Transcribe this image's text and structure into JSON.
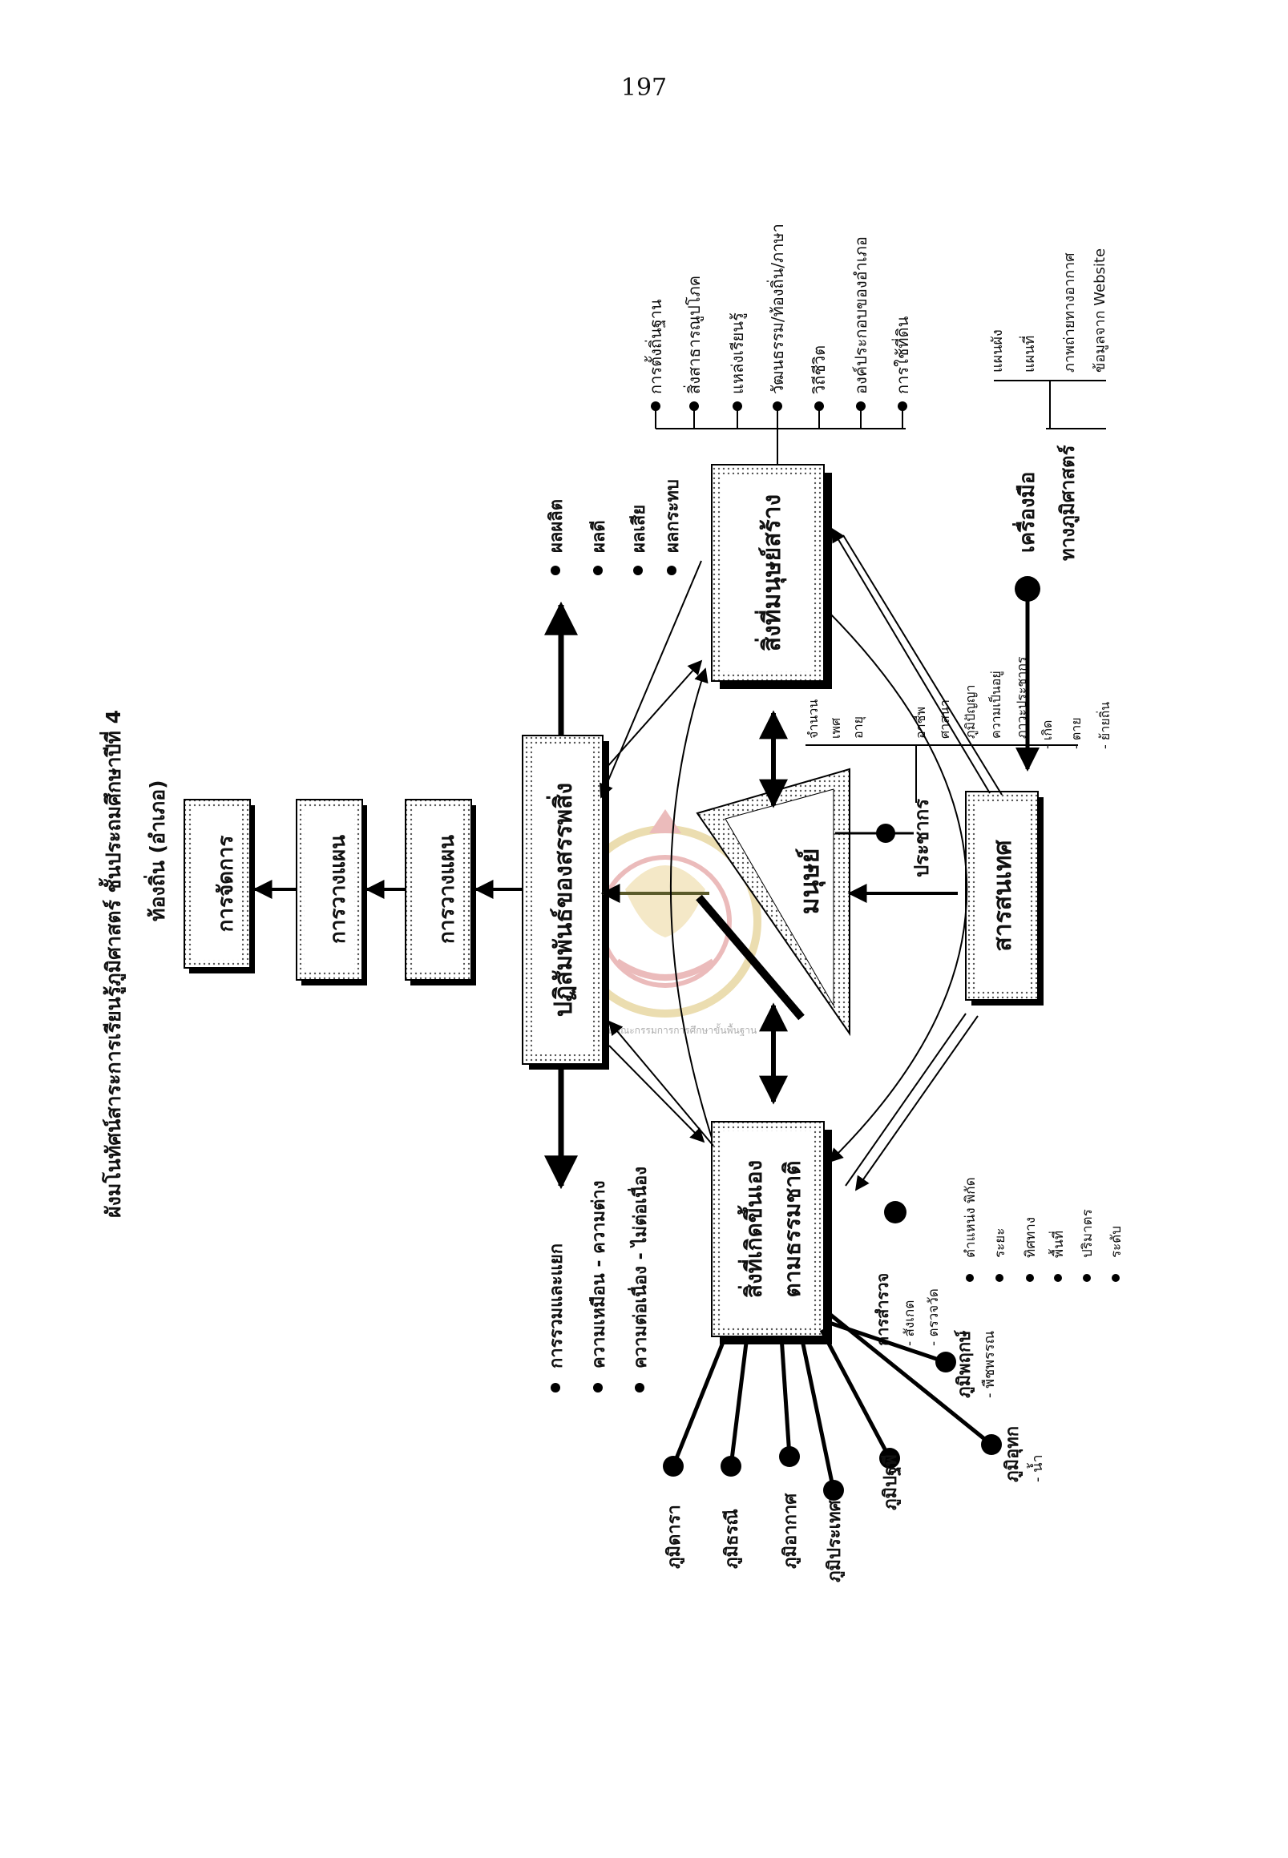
{
  "page_number": "197",
  "title": {
    "line1": "ผังมโนทัศน์สาระการเรียนรู้ภูมิศาสตร์ ชั้นประถมศึกษาปีที่ 4",
    "line2": "ท้องถิ่น (อำเภอ)"
  },
  "chain": {
    "box1": "การจัดการ",
    "box2": "การวางแผน",
    "box3": "การวางแผน",
    "center": "ปฏิสัมพันธ์ของสรรพสิ่ง"
  },
  "human": "มนุษย์",
  "nature": {
    "line1": "สิ่งที่เกิดขึ้นเอง",
    "line2": "ตามธรรมชาติ"
  },
  "manmade": "สิ่งที่มนุษย์สร้าง",
  "information": "สารสนเทศ",
  "population": "ประชากร",
  "left_bullets": [
    "การรวมและแยก",
    "ความเหมือน - ความต่าง",
    "ความต่อเนื่อง - ไม่ต่อเนื่อง"
  ],
  "right_bullets": [
    "ผลผลิต",
    "ผลดี",
    "ผลเสีย",
    "ผลกระทบ"
  ],
  "manmade_items": [
    "การตั้งถิ่นฐาน",
    "สิ่งสาธารณูปโภค",
    "แหล่งเรียนรู้",
    "วัฒนธรรม/ท้องถิ่น/ภาษา",
    "วิถีชีวิต",
    "องค์ประกอบของอำเภอ",
    "การใช้ที่ดิน"
  ],
  "population_items": [
    "จำนวน",
    "เพศ",
    "อายุ",
    "อาชีพ",
    "ศาสนา",
    "ภูมิปัญญา",
    "ความเป็นอยู่",
    "ภาวะประชากร"
  ],
  "population_sub": [
    "- เกิด",
    "- ตาย",
    "- ย้ายถิ่น"
  ],
  "tools": {
    "label1": "เครื่องมือ",
    "label2": "ทางภูมิศาสตร์",
    "items": [
      "แผนผัง",
      "แผนที่",
      "ภาพถ่ายทางอากาศ",
      "ข้อมูลจาก Website"
    ]
  },
  "survey": {
    "label": "การสำรวจ",
    "sub": [
      "- สังเกต",
      "- ตรวจวัด"
    ],
    "items": [
      "ตำแหน่ง พิกัด",
      "ระยะ",
      "ทิศทาง",
      "พื้นที่",
      "ปริมาตร",
      "ระดับ"
    ]
  },
  "geo_nodes": {
    "star": "ภูมิดารา",
    "earth": "ภูมิธรณี",
    "atmosphere": "ภูมิอากาศ",
    "country": "ภูมิประเทศ",
    "landform": "ภูมิปฐพี",
    "plant": "ภูมิพฤกษ์",
    "plant_sub": "- พืชพรรณ",
    "water": "ภูมิอุทก",
    "water_sub": "- น้ำ"
  },
  "watermark_text": "สำนักงานคณะกรรมการการศึกษาขั้นพื้นฐาน"
}
